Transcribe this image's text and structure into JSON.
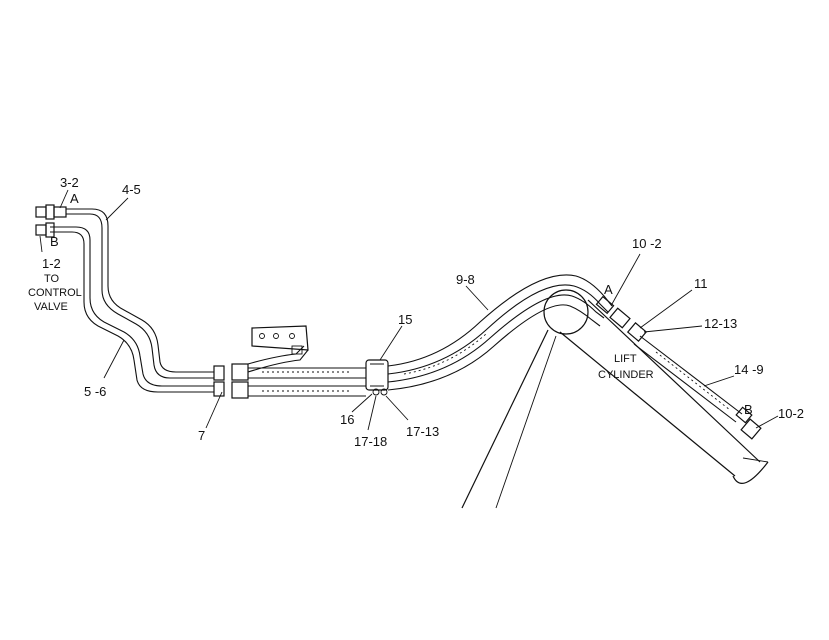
{
  "labels": {
    "l_3_2": "3-2",
    "l_A_top": "A",
    "l_B_top": "B",
    "l_4_5": "4-5",
    "l_1_2": "1-2",
    "l_to": "TO",
    "l_control": "CONTROL",
    "l_valve": "VALVE",
    "l_5_6": "5 -6",
    "l_7": "7",
    "l_15": "15",
    "l_16": "16",
    "l_17_18": "17-18",
    "l_17_13": "17-13",
    "l_9_8": "9-8",
    "l_10_2_top": "10 -2",
    "l_A_right": "A",
    "l_11": "11",
    "l_12_13": "12-13",
    "l_lift": "LIFT",
    "l_cylinder": "CYLINDER",
    "l_14_9": "14 -9",
    "l_B_right": "B",
    "l_10_2_right": "10-2"
  }
}
